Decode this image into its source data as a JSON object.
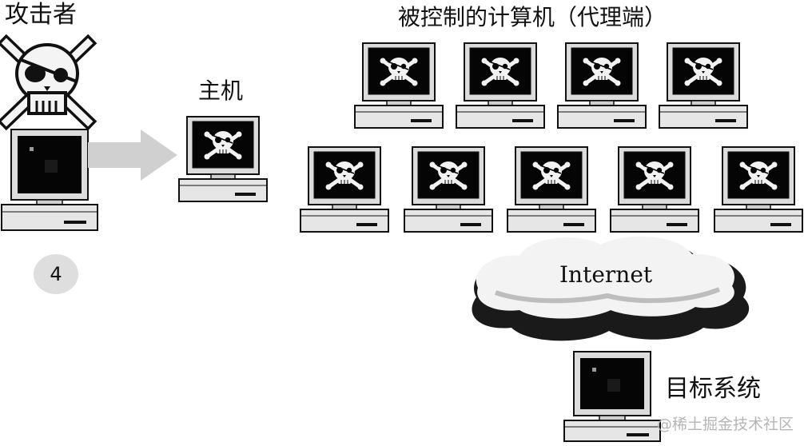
{
  "labels": {
    "attacker": "攻击者",
    "host": "主机",
    "controlled": "被控制的计算机（代理端）",
    "internet": "Internet",
    "target": "目标系统"
  },
  "step": "4",
  "watermark": "@稀土掘金技术社区",
  "colors": {
    "ink": "#111111",
    "screen_bezel": "#dcdcdc",
    "arrow": "#d0d0d0",
    "badge": "#dedede",
    "watermark": "#b5b5b5"
  },
  "icons": {
    "attacker_mark": "skull-crossbones-icon",
    "screen_mark": "pirate-skull-icon"
  }
}
